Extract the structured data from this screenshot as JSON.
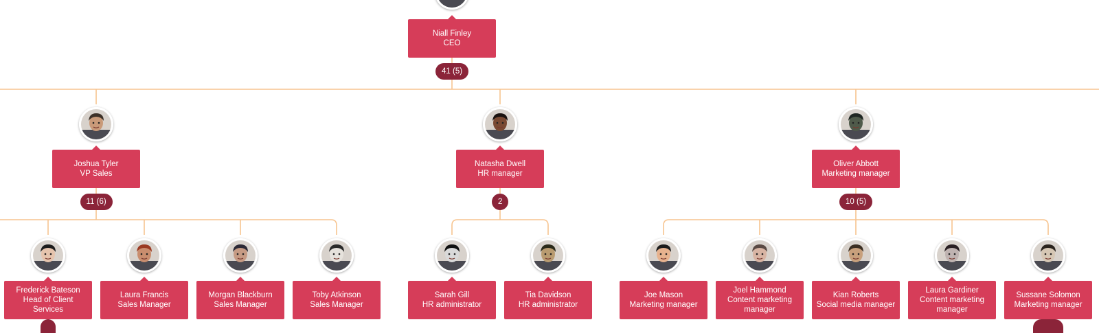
{
  "colors": {
    "card": "#d63d59",
    "badge": "#8b2439",
    "connector": "#f7c48f",
    "avatar_border": "#ffffff"
  },
  "nodes": [
    {
      "id": "niall",
      "name": "Niall Finley",
      "title": "CEO",
      "parent": null,
      "badge": "41 (5)",
      "avatar_icon": "person-photo-icon",
      "skin": "#e2b393",
      "hair": "#3b2a22"
    },
    {
      "id": "joshua",
      "name": "Joshua Tyler",
      "title": "VP Sales",
      "parent": "niall",
      "badge": "11 (6)",
      "avatar_icon": "person-photo-icon",
      "skin": "#c99a79",
      "hair": "#3d3128"
    },
    {
      "id": "natasha",
      "name": "Natasha Dwell",
      "title": "HR manager",
      "parent": "niall",
      "badge": "2",
      "avatar_icon": "person-photo-icon",
      "skin": "#7a4a33",
      "hair": "#1a1210"
    },
    {
      "id": "oliver",
      "name": "Oliver Abbott",
      "title": "Marketing manager",
      "parent": "niall",
      "badge": "10 (5)",
      "avatar_icon": "person-photo-icon",
      "skin": "#4f5a4a",
      "hair": "#1f2622"
    },
    {
      "id": "frederick",
      "name": "Frederick Bateson",
      "title": "Head of Client Services",
      "parent": "joshua",
      "badge": "",
      "avatar_icon": "person-photo-icon",
      "skin": "#e6c4ad",
      "hair": "#1c1c1c"
    },
    {
      "id": "lauraf",
      "name": "Laura Francis",
      "title": "Sales Manager",
      "parent": "joshua",
      "badge": null,
      "avatar_icon": "person-photo-icon",
      "skin": "#c98d6e",
      "hair": "#9b3a22"
    },
    {
      "id": "morgan",
      "name": "Morgan Blackburn",
      "title": "Sales Manager",
      "parent": "joshua",
      "badge": null,
      "avatar_icon": "person-photo-icon",
      "skin": "#c69b84",
      "hair": "#2d2a36"
    },
    {
      "id": "toby",
      "name": "Toby Atkinson",
      "title": "Sales Manager",
      "parent": "joshua",
      "badge": null,
      "avatar_icon": "person-photo-icon",
      "skin": "#e6e2dc",
      "hair": "#2a2a2a"
    },
    {
      "id": "sarah",
      "name": "Sarah Gill",
      "title": "HR administrator",
      "parent": "natasha",
      "badge": null,
      "avatar_icon": "person-photo-icon",
      "skin": "#d9d9d9",
      "hair": "#111111"
    },
    {
      "id": "tia",
      "name": "Tia Davidson",
      "title": "HR administrator",
      "parent": "natasha",
      "badge": null,
      "avatar_icon": "person-photo-icon",
      "skin": "#b99b70",
      "hair": "#2b2a1a"
    },
    {
      "id": "joe",
      "name": "Joe Mason",
      "title": "Marketing manager",
      "parent": "oliver",
      "badge": null,
      "avatar_icon": "person-photo-icon",
      "skin": "#e7b28e",
      "hair": "#1c1c1c"
    },
    {
      "id": "joel",
      "name": "Joel Hammond",
      "title": "Content marketing manager",
      "parent": "oliver",
      "badge": null,
      "avatar_icon": "person-photo-icon",
      "skin": "#d8b4a3",
      "hair": "#5a4a44"
    },
    {
      "id": "kian",
      "name": "Kian Roberts",
      "title": "Social media manager",
      "parent": "oliver",
      "badge": null,
      "avatar_icon": "person-photo-icon",
      "skin": "#c8a07c",
      "hair": "#3b2e22"
    },
    {
      "id": "laurag",
      "name": "Laura Gardiner",
      "title": "Content marketing manager",
      "parent": "oliver",
      "badge": null,
      "avatar_icon": "person-photo-icon",
      "skin": "#bfb3b1",
      "hair": "#2a2024"
    },
    {
      "id": "sussane",
      "name": "Sussane Solomon",
      "title": "Marketing manager",
      "parent": "oliver",
      "badge": "",
      "avatar_icon": "person-photo-icon",
      "skin": "#d6c7b4",
      "hair": "#2b241e"
    }
  ]
}
